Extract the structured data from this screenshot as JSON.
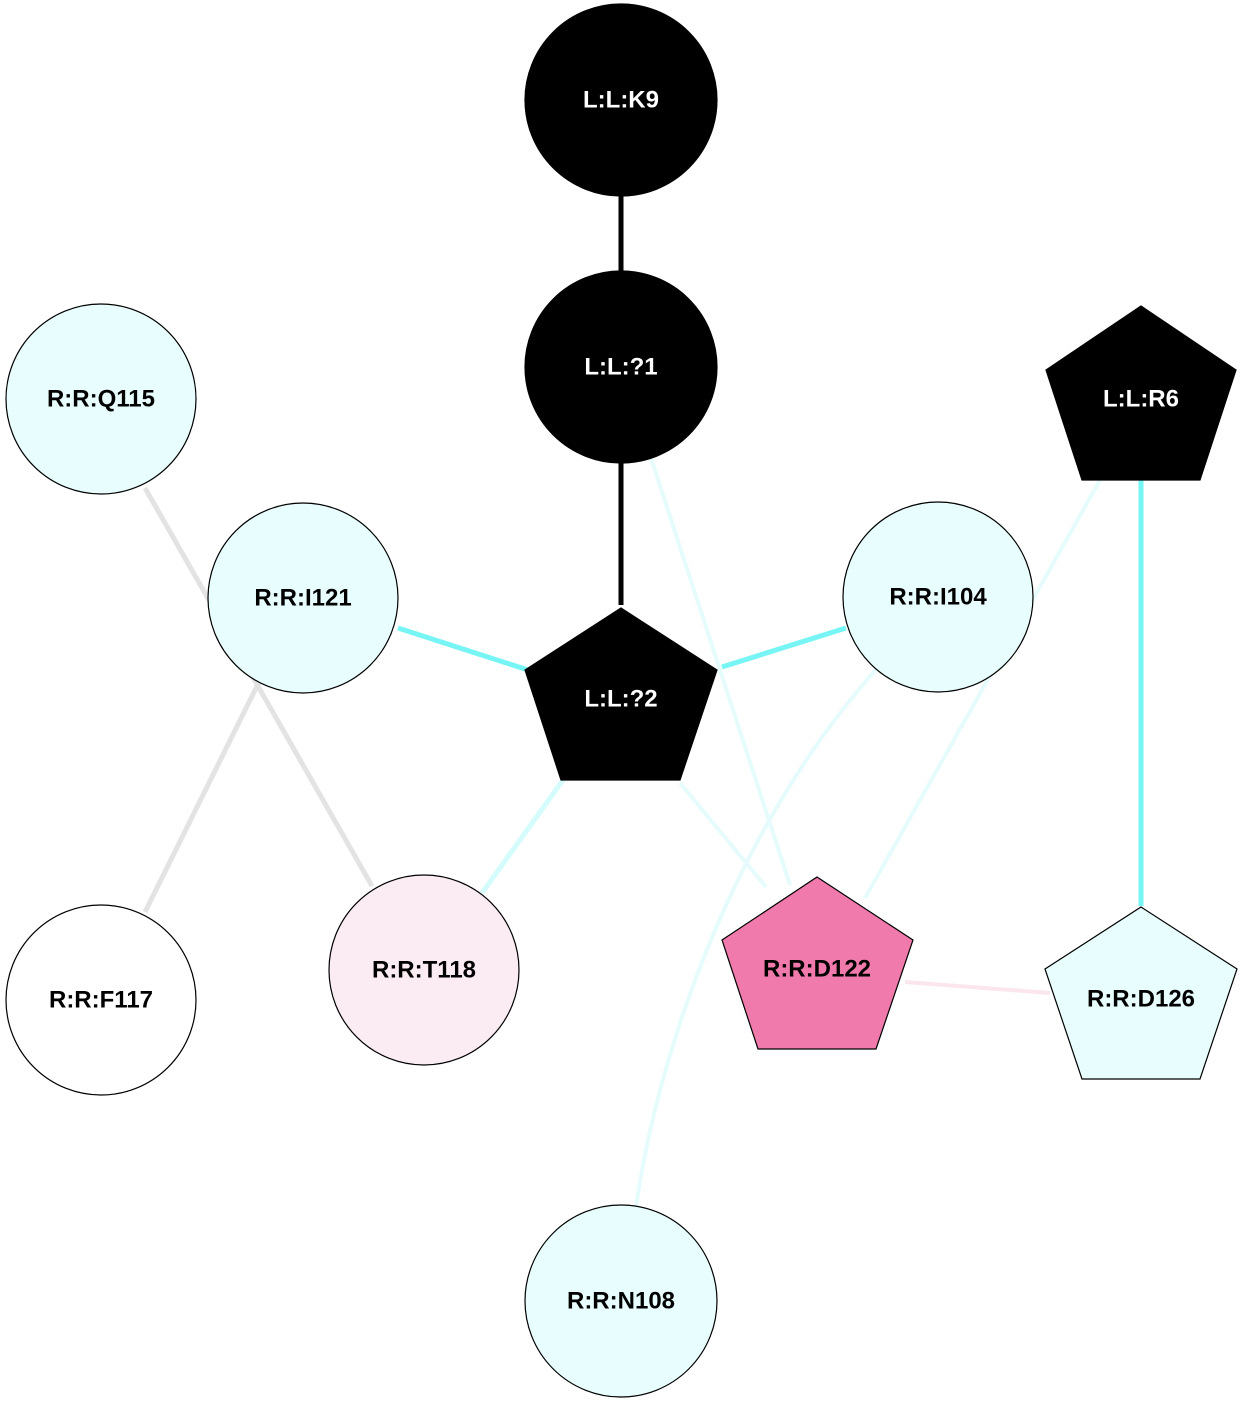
{
  "nodes": [
    {
      "id": "K9",
      "label": "L:L:K9",
      "shape": "circle",
      "fill": "#000000",
      "text_color": "#ffffff"
    },
    {
      "id": "L1",
      "label": "L:L:?1",
      "shape": "circle",
      "fill": "#000000",
      "text_color": "#ffffff"
    },
    {
      "id": "R6",
      "label": "L:L:R6",
      "shape": "pentagon",
      "fill": "#000000",
      "text_color": "#ffffff"
    },
    {
      "id": "Q115",
      "label": "R:R:Q115",
      "shape": "circle",
      "fill": "#e8fdfd",
      "text_color": "#000000"
    },
    {
      "id": "I121",
      "label": "R:R:I121",
      "shape": "circle",
      "fill": "#e8fdfd",
      "text_color": "#000000"
    },
    {
      "id": "L2",
      "label": "L:L:?2",
      "shape": "pentagon",
      "fill": "#000000",
      "text_color": "#ffffff"
    },
    {
      "id": "I104",
      "label": "R:R:I104",
      "shape": "circle",
      "fill": "#e8fdfd",
      "text_color": "#000000"
    },
    {
      "id": "F117",
      "label": "R:R:F117",
      "shape": "circle",
      "fill": "#ffffff",
      "text_color": "#000000"
    },
    {
      "id": "T118",
      "label": "R:R:T118",
      "shape": "circle",
      "fill": "#fbecf3",
      "text_color": "#000000"
    },
    {
      "id": "D122",
      "label": "R:R:D122",
      "shape": "pentagon",
      "fill": "#ef7aab",
      "text_color": "#000000"
    },
    {
      "id": "D126",
      "label": "R:R:D126",
      "shape": "pentagon",
      "fill": "#e8fdfd",
      "text_color": "#000000"
    },
    {
      "id": "N108",
      "label": "R:R:N108",
      "shape": "circle",
      "fill": "#e8fdfd",
      "text_color": "#000000"
    }
  ],
  "edges": [
    {
      "from": "K9",
      "to": "L1",
      "color": "#000000"
    },
    {
      "from": "L1",
      "to": "L2",
      "color": "#000000"
    },
    {
      "from": "L1",
      "to": "D122",
      "color": "#e6fcfc"
    },
    {
      "from": "I121",
      "to": "L2",
      "color": "#77f5f5"
    },
    {
      "from": "L2",
      "to": "I104",
      "color": "#77f5f5"
    },
    {
      "from": "L2",
      "to": "T118",
      "color": "#d4fcfc"
    },
    {
      "from": "L2",
      "to": "D122",
      "color": "#e6fcfc"
    },
    {
      "from": "Q115",
      "to": "T118",
      "color": "#e3e3e3"
    },
    {
      "from": "I121",
      "to": "F117",
      "color": "#e3e3e3"
    },
    {
      "from": "R6",
      "to": "D126",
      "color": "#77f5f5"
    },
    {
      "from": "R6",
      "to": "D122",
      "color": "#e6fcfc"
    },
    {
      "from": "I104",
      "to": "N108",
      "color": "#e6fcfc"
    },
    {
      "from": "D122",
      "to": "D126",
      "color": "#fbe6ee"
    }
  ]
}
